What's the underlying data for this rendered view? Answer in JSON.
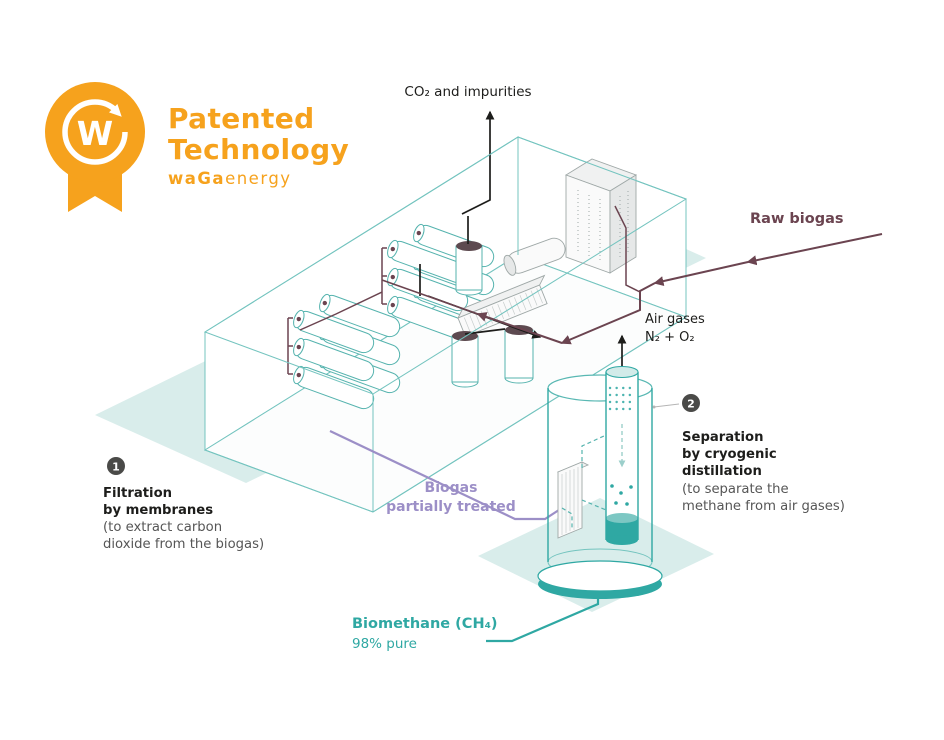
{
  "logo": {
    "title_line1": "Patented",
    "title_line2": "Technology",
    "brand_bold": "waGa",
    "brand_light": "energy",
    "monogram": "W"
  },
  "flows": {
    "co2": "CO₂ and impurities",
    "raw_biogas": "Raw biogas",
    "air_gases_line1": "Air gases",
    "air_gases_line2": "N₂ + O₂",
    "biogas_partial_line1": "Biogas",
    "biogas_partial_line2": "partially treated",
    "biomethane_line1": "Biomethane (CH₄)",
    "biomethane_line2": "98% pure"
  },
  "steps": [
    {
      "number": "1",
      "title_lines": [
        "Filtration",
        "by membranes"
      ],
      "desc_lines": [
        "(to extract carbon",
        "dioxide from the biogas)"
      ]
    },
    {
      "number": "2",
      "title_lines": [
        "Separation",
        "by cryogenic",
        "distillation"
      ],
      "desc_lines": [
        "(to separate the",
        "methane from air gases)"
      ]
    }
  ],
  "colors": {
    "orange": "#F6A21D",
    "teal": "#2FA8A3",
    "teal_light": "#D9EDEB",
    "maroon": "#6B4450",
    "purple": "#9C8FC7",
    "ink": "#1D1D1B",
    "step_badge": "#4A4A48"
  }
}
